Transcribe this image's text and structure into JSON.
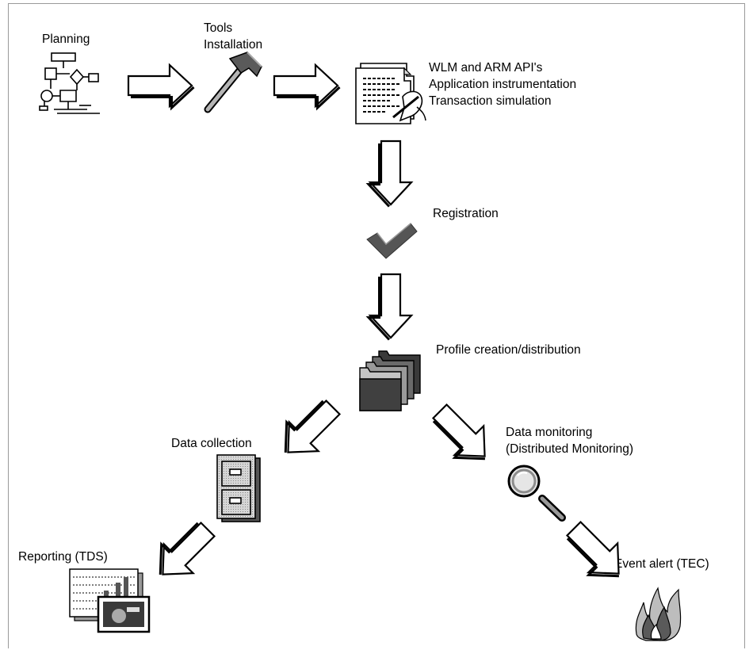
{
  "steps": {
    "planning": "Planning",
    "tools_line1": "Tools",
    "tools_line2": "Installation",
    "instrumentation_line1": "WLM and ARM API's",
    "instrumentation_line2": "Application instrumentation",
    "instrumentation_line3": "Transaction simulation",
    "registration": "Registration",
    "profile": "Profile creation/distribution",
    "data_collection": "Data collection",
    "monitoring_line1": "Data monitoring",
    "monitoring_line2": "(Distributed Monitoring)",
    "reporting": "Reporting (TDS)",
    "event_alert": "Event alert (TEC)"
  },
  "icons": [
    "flowchart-icon",
    "hammer-icon",
    "document-pen-icon",
    "checkmark-icon",
    "folders-icon",
    "file-cabinet-icon",
    "magnifier-icon",
    "report-icon",
    "event-flame-icon"
  ],
  "colors": {
    "icon_dark": "#4a4a4a",
    "icon_mid": "#8c8c8c",
    "icon_light": "#c8c8c8",
    "frame": "#9a9a9a"
  }
}
